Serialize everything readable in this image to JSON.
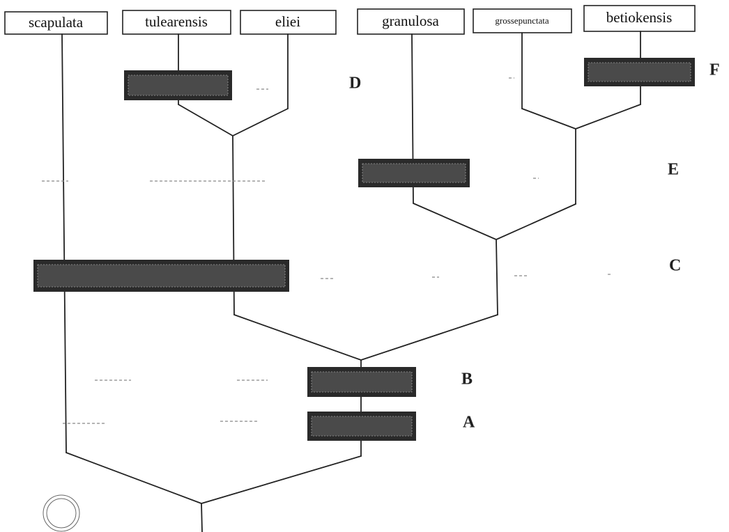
{
  "taxa": [
    {
      "id": "scapulata",
      "label": "scapulata"
    },
    {
      "id": "tulearensis",
      "label": "tulearensis"
    },
    {
      "id": "eliei",
      "label": "eliei"
    },
    {
      "id": "granulosa",
      "label": "granulosa"
    },
    {
      "id": "grossepunctata",
      "label": "grossepunctata"
    },
    {
      "id": "betiokensis",
      "label": "betiokensis"
    }
  ],
  "nodes": [
    {
      "id": "A",
      "label": "A"
    },
    {
      "id": "B",
      "label": "B"
    },
    {
      "id": "C",
      "label": "C"
    },
    {
      "id": "D",
      "label": "D"
    },
    {
      "id": "E",
      "label": "E"
    },
    {
      "id": "F",
      "label": "F"
    }
  ],
  "colors": {
    "line": "#222222",
    "bar": "#2a2a2a",
    "background": "#ffffff"
  }
}
